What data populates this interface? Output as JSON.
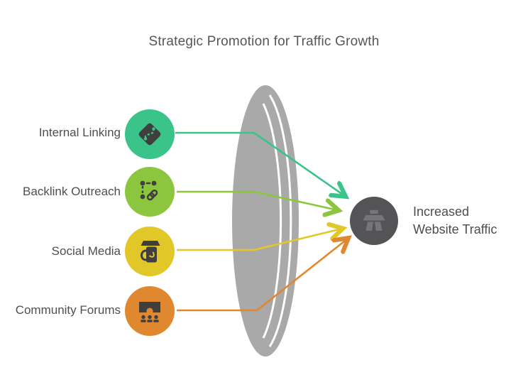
{
  "title": "Strategic Promotion for Traffic Growth",
  "colors": {
    "internal_linking": "#3bc489",
    "backlink_outreach": "#8cc63e",
    "social_media": "#e2c728",
    "community_forums": "#e0882f",
    "target_node": "#545457",
    "target_glyph": "#76767a",
    "lens": "#a9a9aa",
    "glyph": "#3f3f3f"
  },
  "sources": [
    {
      "label": "Internal Linking",
      "icon": "route-diamond-icon",
      "color": "#3bc489"
    },
    {
      "label": "Backlink Outreach",
      "icon": "link-network-icon",
      "color": "#8cc63e"
    },
    {
      "label": "Social Media",
      "icon": "mobile-storefront-icon",
      "color": "#e2c728"
    },
    {
      "label": "Community Forums",
      "icon": "community-arch-icon",
      "color": "#e0882f"
    }
  ],
  "target": {
    "label": "Increased Website Traffic",
    "icon": "traffic-icon",
    "color": "#545457"
  }
}
